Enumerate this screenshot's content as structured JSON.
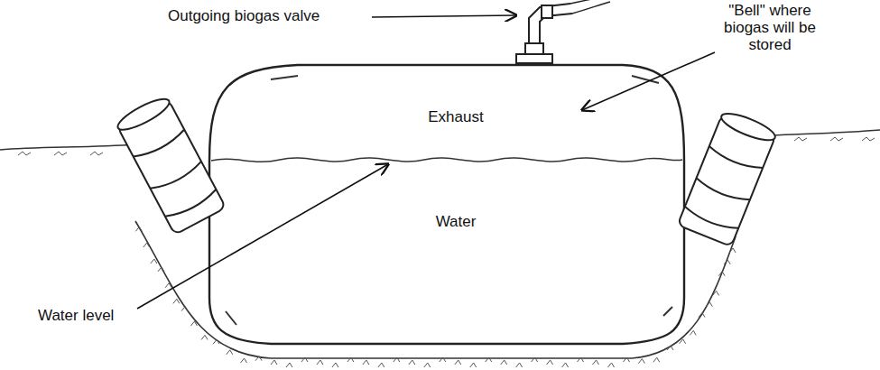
{
  "diagram": {
    "labels": [
      "Outgoing biogas valve",
      "\"Bell\" where biogas will be stored",
      "Exhaust",
      "Water",
      "Water level"
    ]
  }
}
